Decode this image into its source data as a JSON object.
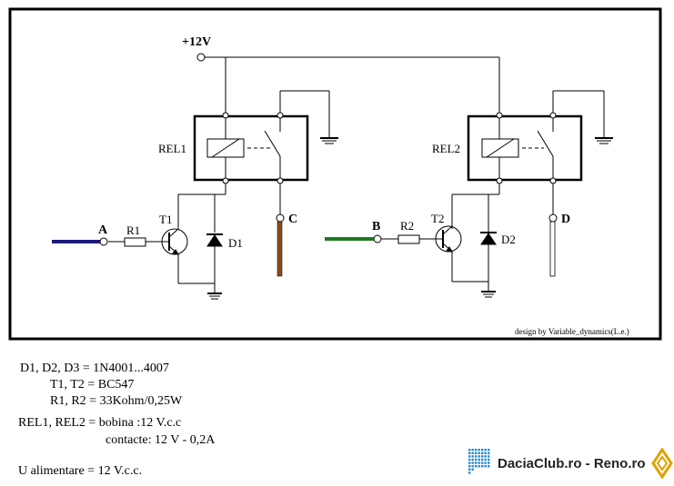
{
  "schematic": {
    "supply_label": "+12V",
    "relays": [
      {
        "label": "REL1"
      },
      {
        "label": "REL2"
      }
    ],
    "inputs": [
      {
        "label": "A",
        "wire_color": "#1a1a7a"
      },
      {
        "label": "B",
        "wire_color": "#1e7a1e"
      }
    ],
    "resistors": [
      "R1",
      "R2"
    ],
    "transistors": [
      "T1",
      "T2"
    ],
    "diodes": [
      "D1",
      "D2"
    ],
    "outputs": [
      {
        "label": "C",
        "wire_color": "#8b4a1a"
      },
      {
        "label": "D",
        "wire_color": "#ffffff"
      }
    ],
    "credit": "design by Variable_dynamics(L.e.)"
  },
  "notes": {
    "line1": "D1, D2, D3 = 1N4001...4007",
    "line2": "T1, T2 = BC547",
    "line3": "R1, R2 = 33Kohm/0,25W",
    "line4": "REL1, REL2 = bobina :12 V.c.c",
    "line5": "contacte: 12 V - 0,2A",
    "line6": "U alimentare = 12 V.c.c."
  },
  "logo": {
    "text": "DaciaClub.ro - Reno.ro",
    "accent": "#1e88d6",
    "mark": "#e0a000"
  }
}
